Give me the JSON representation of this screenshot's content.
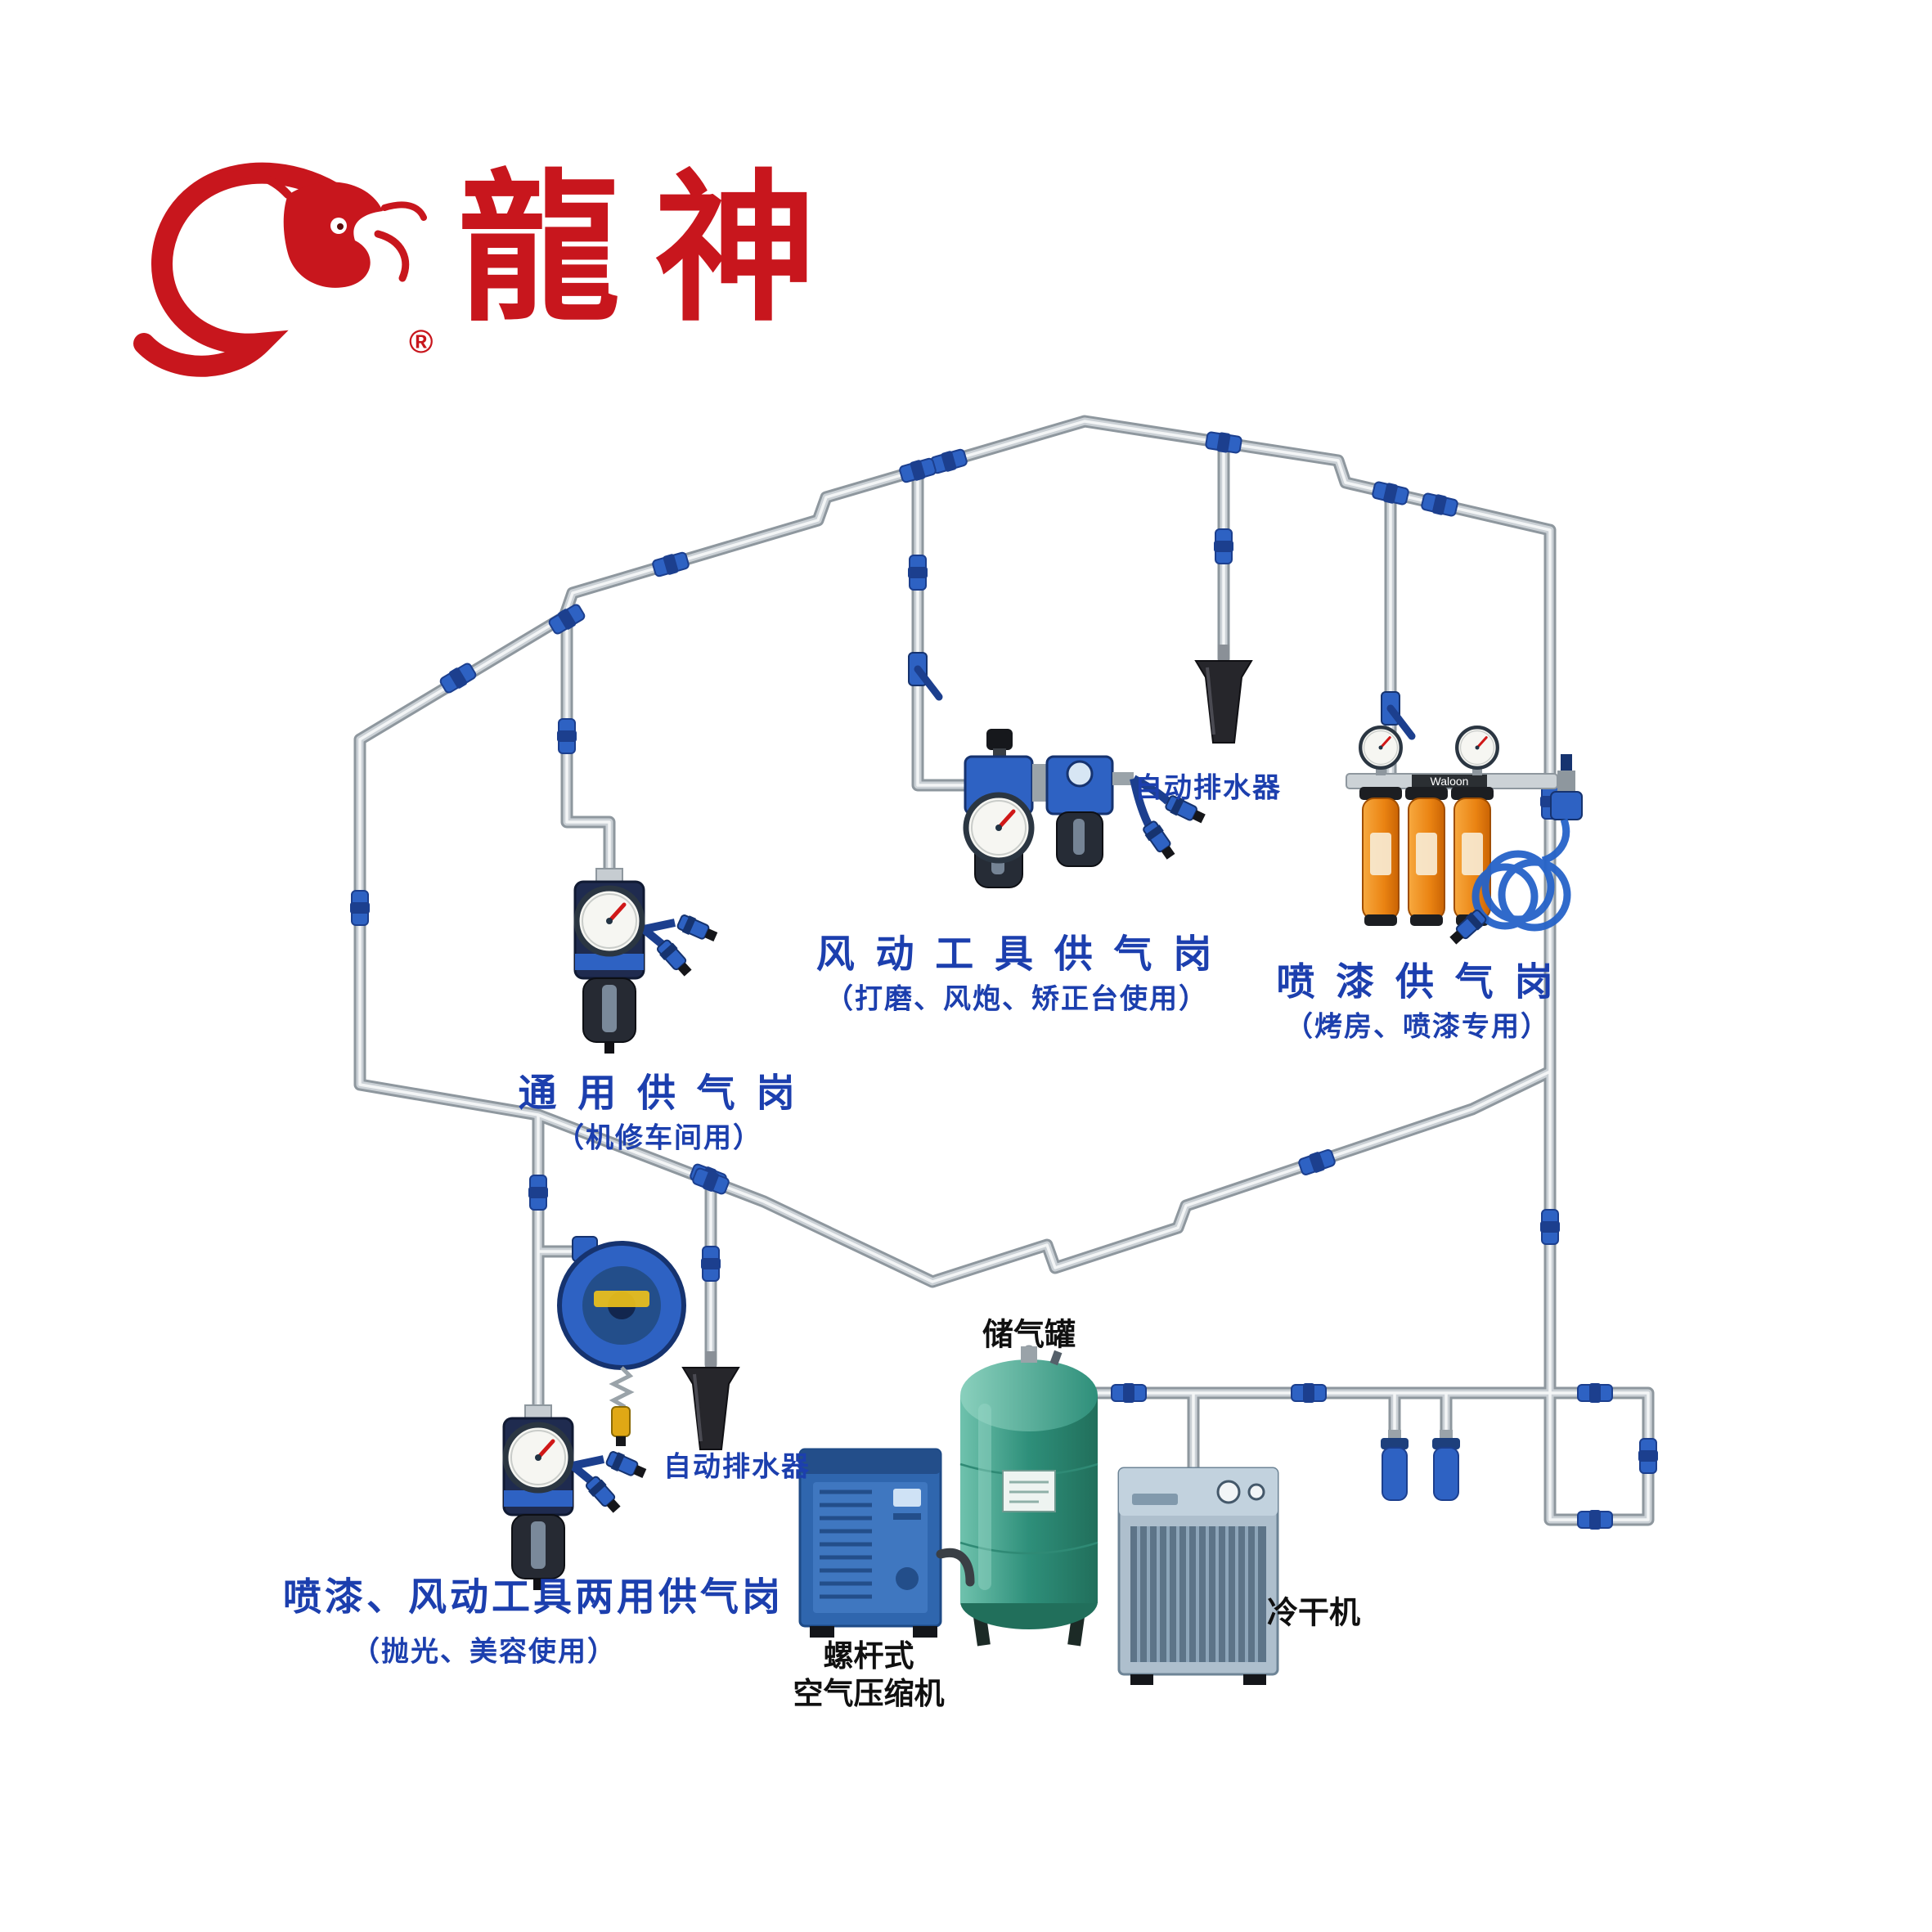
{
  "logo": {
    "brand": "龍神",
    "registered": "®"
  },
  "colors": {
    "label_blue": "#1c3fae",
    "brand_red": "#c8161d",
    "pipe_silver": "#cbd1d6",
    "equipment_blue": "#2e62c3",
    "tank_green": "#2e8f7a",
    "filter_orange": "#ef8c1a"
  },
  "stations": {
    "general": {
      "name": "通 用 供 气 岗",
      "note": "（机修车间用）"
    },
    "pneumatic": {
      "name": "风 动 工 具 供 气 岗",
      "note": "（打磨、风炮、矫正台使用）"
    },
    "paint": {
      "name": "喷 漆 供 气 岗",
      "note": "（烤房、喷漆专用）"
    },
    "dual": {
      "name": "喷漆、风动工具两用供气岗",
      "note": "（抛光、美容使用）"
    },
    "drain_top": "自动排水器",
    "drain_bottom": "自动排水器"
  },
  "equipment": {
    "tank": "储气罐",
    "compressor_line1": "螺杆式",
    "compressor_line2": "空气压缩机",
    "dryer": "冷干机",
    "paint_filter_brand": "Waloon"
  }
}
